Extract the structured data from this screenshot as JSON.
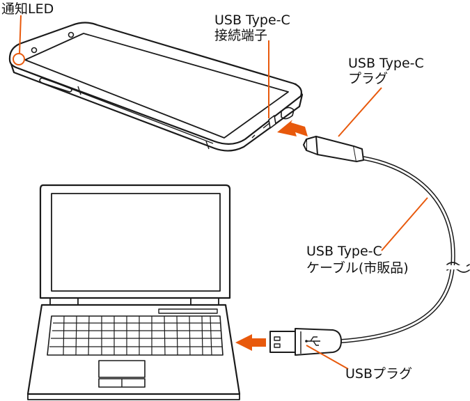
{
  "labels": {
    "notification_led": "通知LED",
    "connector_line1": "USB Type-C",
    "connector_line2": "接続端子",
    "plug_line1": "USB Type-C",
    "plug_line2": "プラグ",
    "cable_line1": "USB Type-C",
    "cable_line2": "ケーブル(市販品)",
    "usb_plug": "USBプラグ"
  },
  "colors": {
    "accent": "#e8590c",
    "line": "#1a1a1a"
  }
}
